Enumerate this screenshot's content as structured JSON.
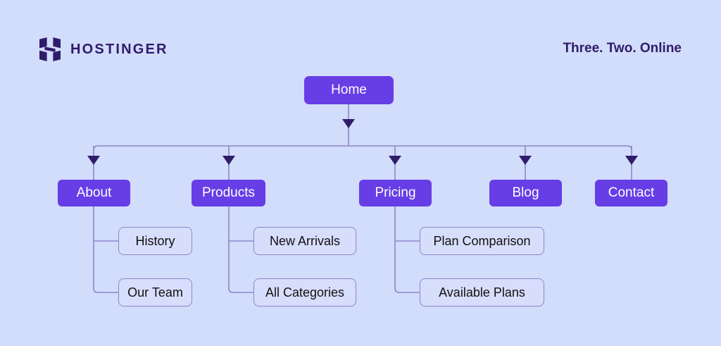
{
  "page": {
    "background_color": "#d2dcfb",
    "accent_color": "#673de6",
    "brand_text_color": "#2f1c6a",
    "leaf_fill_color": "#d7defc",
    "leaf_border_color": "#8d86c9",
    "connector_color": "#8d86c9",
    "arrow_color": "#2f1c6a"
  },
  "header": {
    "logo_icon": "hostinger-h-logo-icon",
    "wordmark": "HOSTINGER",
    "tagline": "Three. Two. Online"
  },
  "diagram": {
    "type": "sitemap-tree",
    "root": {
      "label": "Home"
    },
    "sections": [
      {
        "label": "About",
        "children": [
          {
            "label": "History"
          },
          {
            "label": "Our Team"
          }
        ]
      },
      {
        "label": "Products",
        "children": [
          {
            "label": "New Arrivals"
          },
          {
            "label": "All Categories"
          }
        ]
      },
      {
        "label": "Pricing",
        "children": [
          {
            "label": "Plan Comparison"
          },
          {
            "label": "Available Plans"
          }
        ]
      },
      {
        "label": "Blog",
        "children": []
      },
      {
        "label": "Contact",
        "children": []
      }
    ]
  }
}
